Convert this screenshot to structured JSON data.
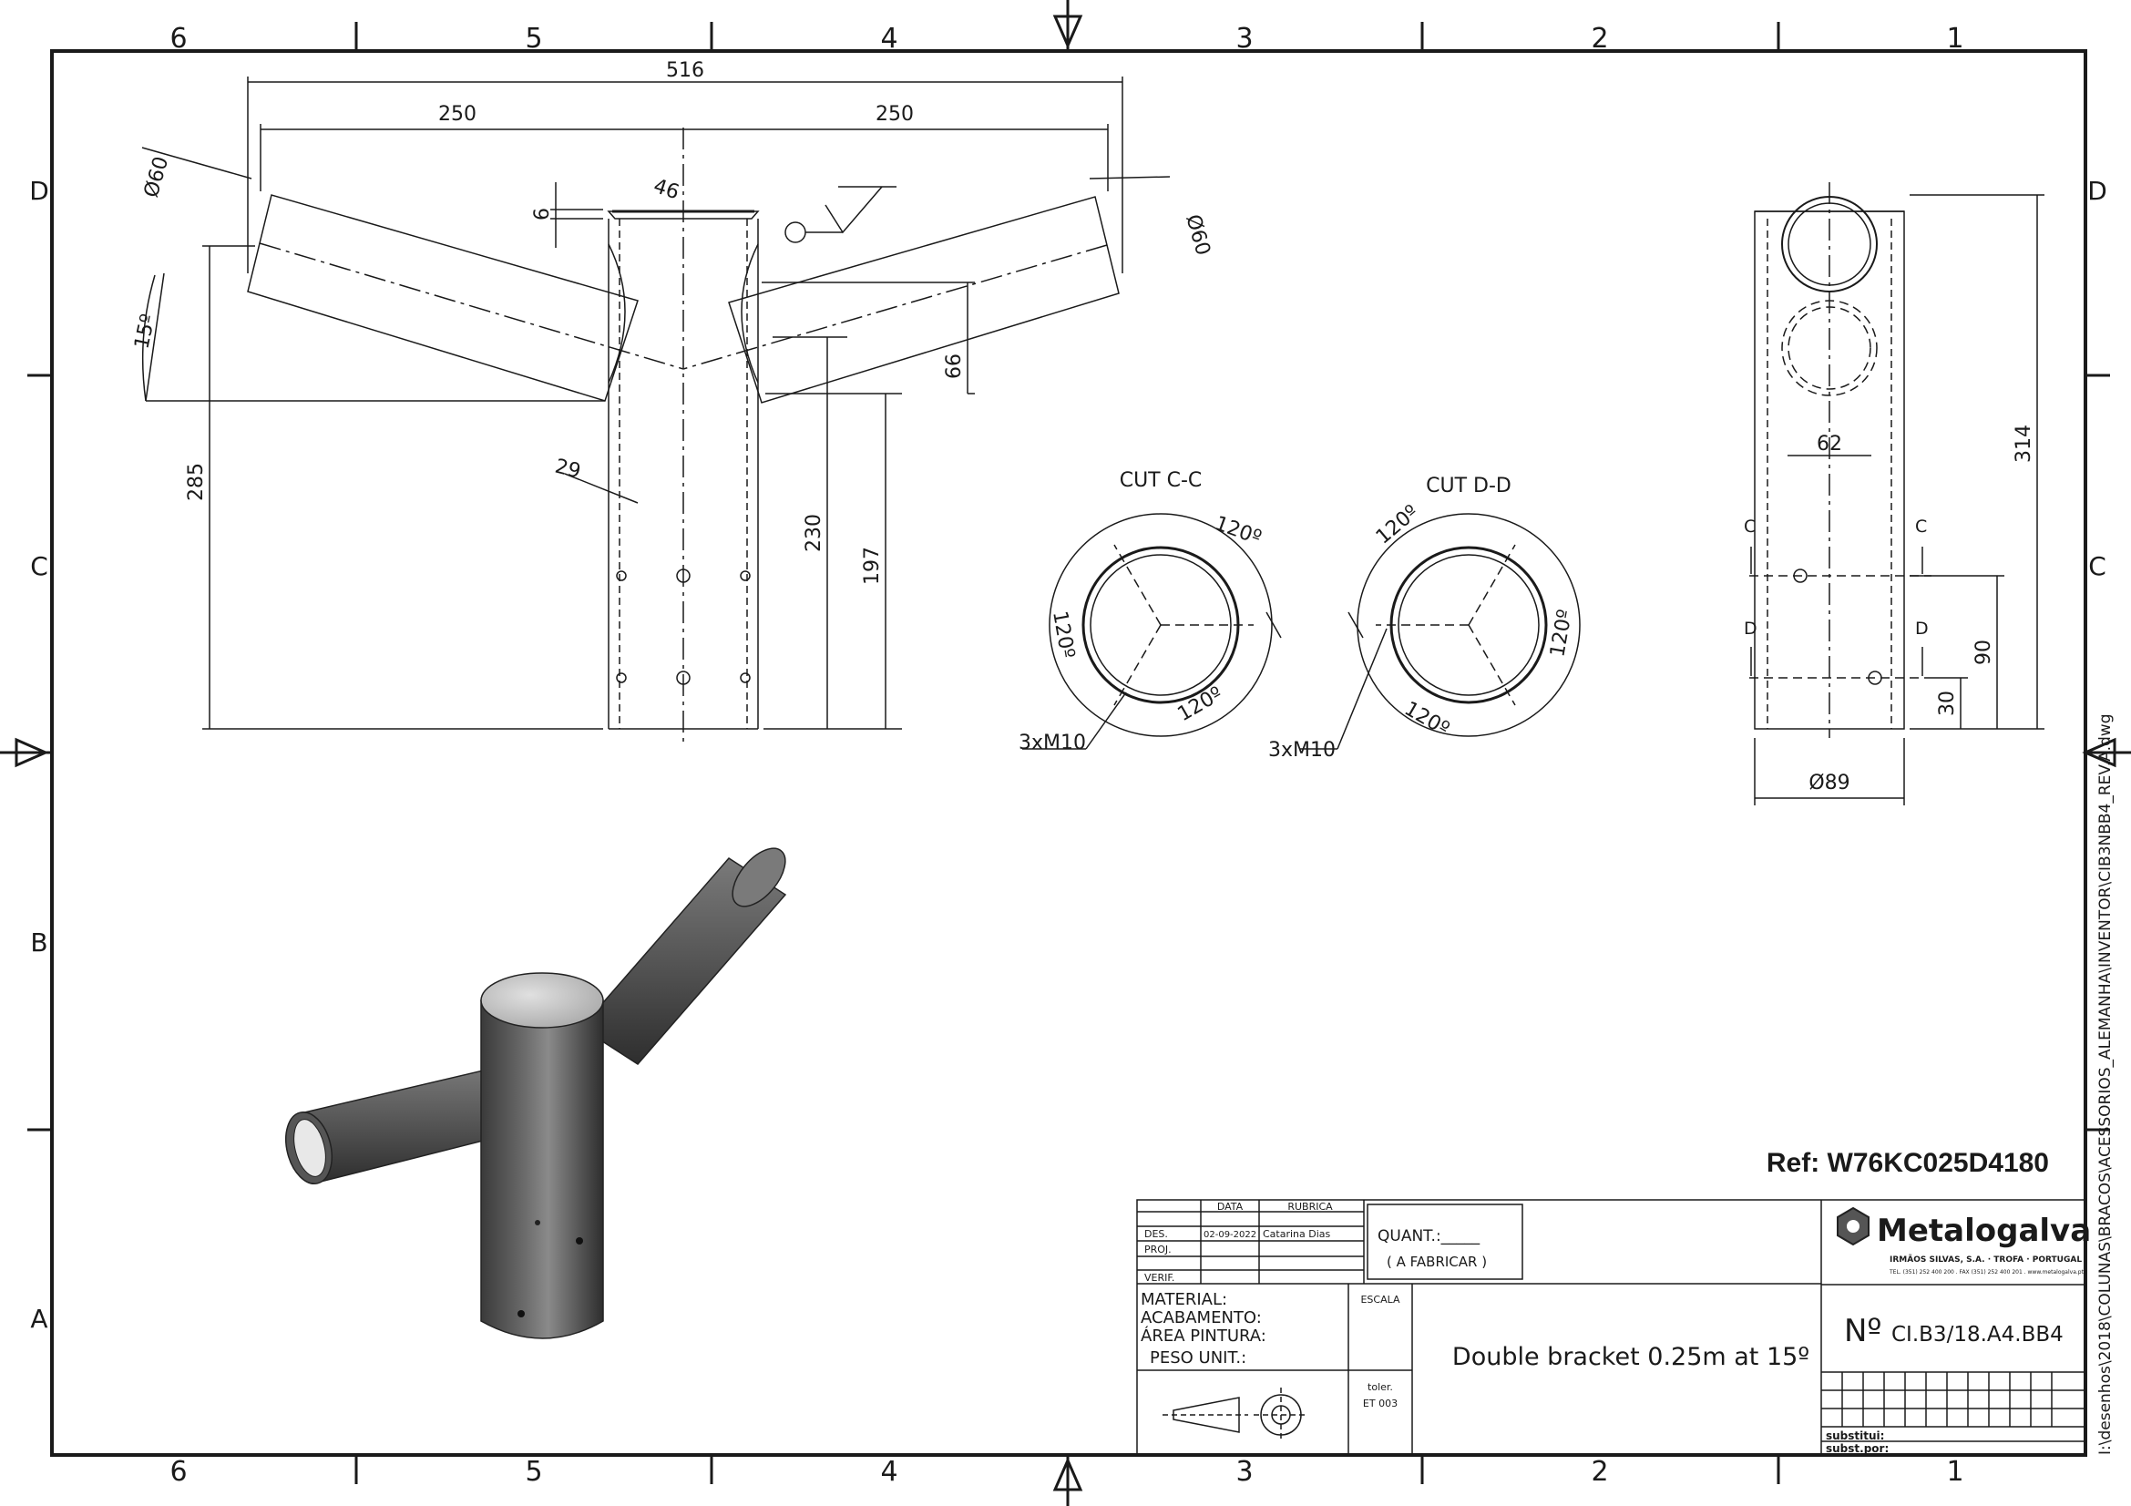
{
  "sheet": {
    "columns": [
      "6",
      "5",
      "4",
      "3",
      "2",
      "1"
    ],
    "rows": [
      "D",
      "C",
      "B",
      "A"
    ],
    "file_path": "I:\\desenhos\\2018\\COLUNAS\\BRACOS\\ACESSORIOS_ALEMANHA\\INVENTOR\\CIB3NBB4_REV.A.dwg"
  },
  "front_view": {
    "dims": {
      "overall": "516",
      "left_arm": "250",
      "right_arm": "250",
      "dia_left": "Ø60",
      "dia_right": "Ø60",
      "cap_width": "46",
      "cap_height": "6",
      "angle": "15º",
      "height_total": "285",
      "arm_rise": "66",
      "height_mid": "230",
      "height_low": "197",
      "arm_offset": "29"
    }
  },
  "cut_cc": {
    "title": "CUT C-C",
    "angles": [
      "120º",
      "120º",
      "120º"
    ],
    "thread": "3xM10"
  },
  "cut_dd": {
    "title": "CUT D-D",
    "angles": [
      "120º",
      "120º",
      "120º"
    ],
    "thread": "3xM10"
  },
  "side_view": {
    "dims": {
      "inner_width": "62",
      "height": "314",
      "hole_spacing": "90",
      "hole_base": "30",
      "base_dia": "Ø89"
    },
    "section_marks": [
      "C",
      "C",
      "D",
      "D"
    ]
  },
  "ref": "Ref: W76KC025D4180",
  "title_block": {
    "col_data": "DATA",
    "col_rubrica": "RUBRICA",
    "rows": [
      {
        "label": "DES.",
        "date": "02-09-2022",
        "sign": "Catarina Dias"
      },
      {
        "label": "PROJ.",
        "date": "",
        "sign": ""
      },
      {
        "label": "VERIF.",
        "date": "",
        "sign": ""
      }
    ],
    "quant_label": "QUANT.:_____",
    "quant_note": "( A FABRICAR )",
    "material": "MATERIAL:",
    "acabamento": "ACABAMENTO:",
    "area_pintura": "ÁREA PINTURA:",
    "peso_unit": "PESO UNIT.:",
    "escala": "ESCALA",
    "toler": "toler.",
    "toler_value": "ET 003",
    "title": "Double bracket 0.25m at 15º",
    "number_prefix": "Nº",
    "number": "CI.B3/18.A4.BB4",
    "company": "Metalogalva",
    "company_sub": "IRMÃOS SILVAS, S.A. · TROFA · PORTUGAL",
    "company_contact": "TEL. (351) 252 400 200 . FAX (351) 252 400 201 . www.metalogalva.pt",
    "substitui": "substitui:",
    "subst_por": "subst.por:"
  },
  "colors": {
    "line": "#1a1a1a",
    "render_dark": "#4a4a4a",
    "render_light": "#cfcfcf"
  }
}
